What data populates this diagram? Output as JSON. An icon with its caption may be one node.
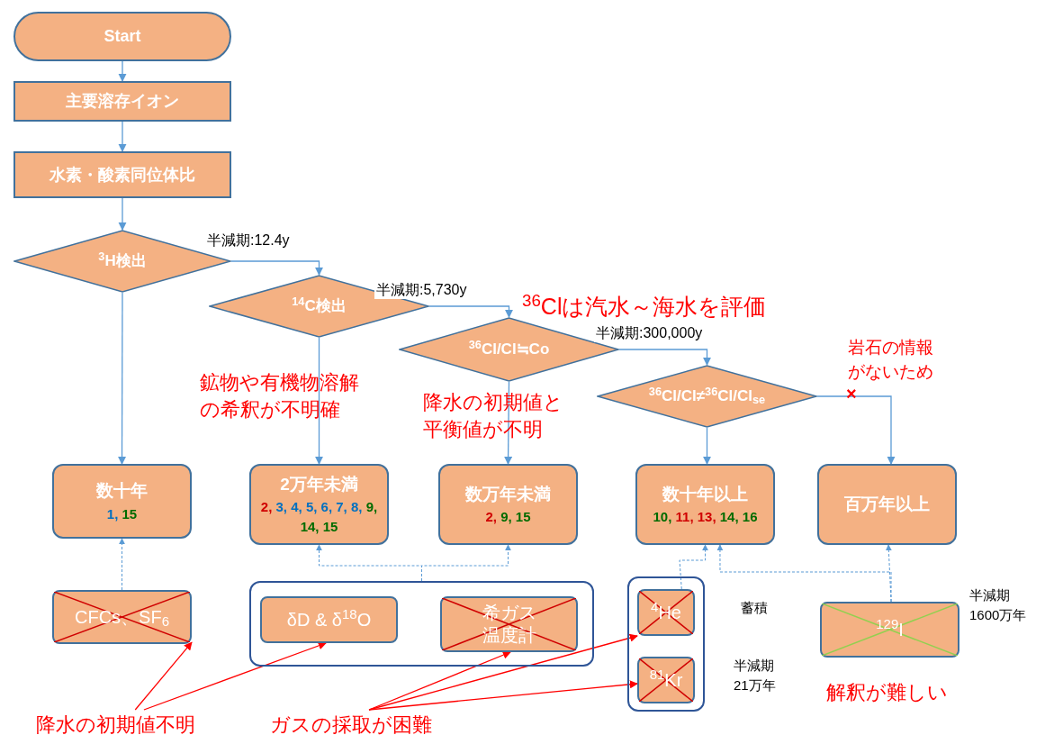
{
  "diagram": {
    "nodes": [
      {
        "text": [
          "Start"
        ]
      },
      {
        "text": [
          "主要溶存イオン"
        ]
      },
      {
        "text": [
          "水素・酸素同位体比"
        ]
      },
      {
        "text": [
          "$^{3}$H検出"
        ]
      },
      {
        "text": [
          "$^{14}$C検出"
        ]
      },
      {
        "text": [
          "$^{36}$Cl/Cl≒Co"
        ]
      },
      {
        "text": [
          "$^{36}$Cl/Cl≠$^{36}$Cl/Cl$_{se}$"
        ]
      },
      {
        "text": [
          "数十年",
          "1, 15"
        ]
      },
      {
        "text": [
          "2万年未満",
          "2, 3, 4, 5, 6, 7, 8, 9, 14, 15"
        ]
      },
      {
        "text": [
          "数万年未満",
          "2, 9, 15"
        ]
      },
      {
        "text": [
          "数十年以上",
          "10, 11, 13, 14, 16"
        ]
      },
      {
        "text": [
          "百万年以上"
        ]
      },
      {
        "text": [
          "CFCs、SF$_{6}$"
        ]
      },
      {
        "text": [],
        "shape": "box"
      },
      {
        "text": [
          "δD & δ$^{18}$O"
        ],
        "in": 13
      },
      {
        "text": [
          "希ガス温度計"
        ],
        "in": 13
      },
      {
        "text": [],
        "shape": "box"
      },
      {
        "text": [
          "$^{4}$He"
        ],
        "in": 16,
        "beside": [
          "蓄積"
        ]
      },
      {
        "text": [
          "$^{81}$Kr"
        ],
        "in": 16,
        "beside": [
          "半減期",
          "21万年"
        ]
      },
      {
        "text": [
          "$^{129}$I"
        ],
        "beside": [
          "半減期",
          "1600万年"
        ]
      },
      {
        "text": [
          "降水の初期値不明"
        ]
      },
      {
        "text": [
          "ガスの採取が困難"
        ]
      }
    ],
    "edges": [
      {
        "from": 0,
        "to": 1,
        "arrow": "to"
      },
      {
        "from": 1,
        "to": 2,
        "arrow": "to"
      },
      {
        "from": 2,
        "to": 3,
        "arrow": "to"
      },
      {
        "from": 3,
        "to": 4,
        "arrow": "to",
        "label": "半減期:12.4y"
      },
      {
        "from": 4,
        "to": 5,
        "arrow": "to",
        "label": "半減期:5,730y"
      },
      {
        "from": 5,
        "to": 6,
        "arrow": "to",
        "label": "半減期:300,000y"
      },
      {
        "from": 3,
        "to": 7,
        "arrow": "to"
      },
      {
        "from": 4,
        "to": 8,
        "arrow": "to"
      },
      {
        "from": 5,
        "to": 9,
        "arrow": "to"
      },
      {
        "from": 6,
        "to": 10,
        "arrow": "to"
      },
      {
        "from": 6,
        "to": 11,
        "arrow": "to"
      },
      {
        "from": 12,
        "to": 7,
        "arrow": "to",
        "style": "dashed"
      },
      {
        "from": 13,
        "to": 8,
        "arrow": "to",
        "style": "dashed"
      },
      {
        "from": 13,
        "to": 9,
        "arrow": "to",
        "style": "dashed"
      },
      {
        "from": 17,
        "to": 10,
        "arrow": "to",
        "style": "dashed"
      },
      {
        "from": 19,
        "to": 11,
        "arrow": "to",
        "style": "dashed"
      },
      {
        "from": 19,
        "to": 10,
        "arrow": "to",
        "style": "dashed"
      },
      {
        "from": 20,
        "to": 12,
        "arrow": "to",
        "color": "#ff0000"
      },
      {
        "from": 20,
        "to": 14,
        "arrow": "to",
        "color": "#ff0000"
      },
      {
        "from": 21,
        "to": 15,
        "arrow": "to",
        "color": "#ff0000"
      },
      {
        "from": 21,
        "to": 17,
        "arrow": "to",
        "color": "#ff0000"
      },
      {
        "from": 21,
        "to": 18,
        "arrow": "to",
        "color": "#ff0000"
      }
    ],
    "labels": [
      "$^{36}$Clは汽水～海水を評価",
      "岩石の情報がないため",
      "×",
      "鉱物や有機物溶解の希釈が不明確",
      "降水の初期値と平衡値が不明",
      "解釈が難しい"
    ]
  }
}
